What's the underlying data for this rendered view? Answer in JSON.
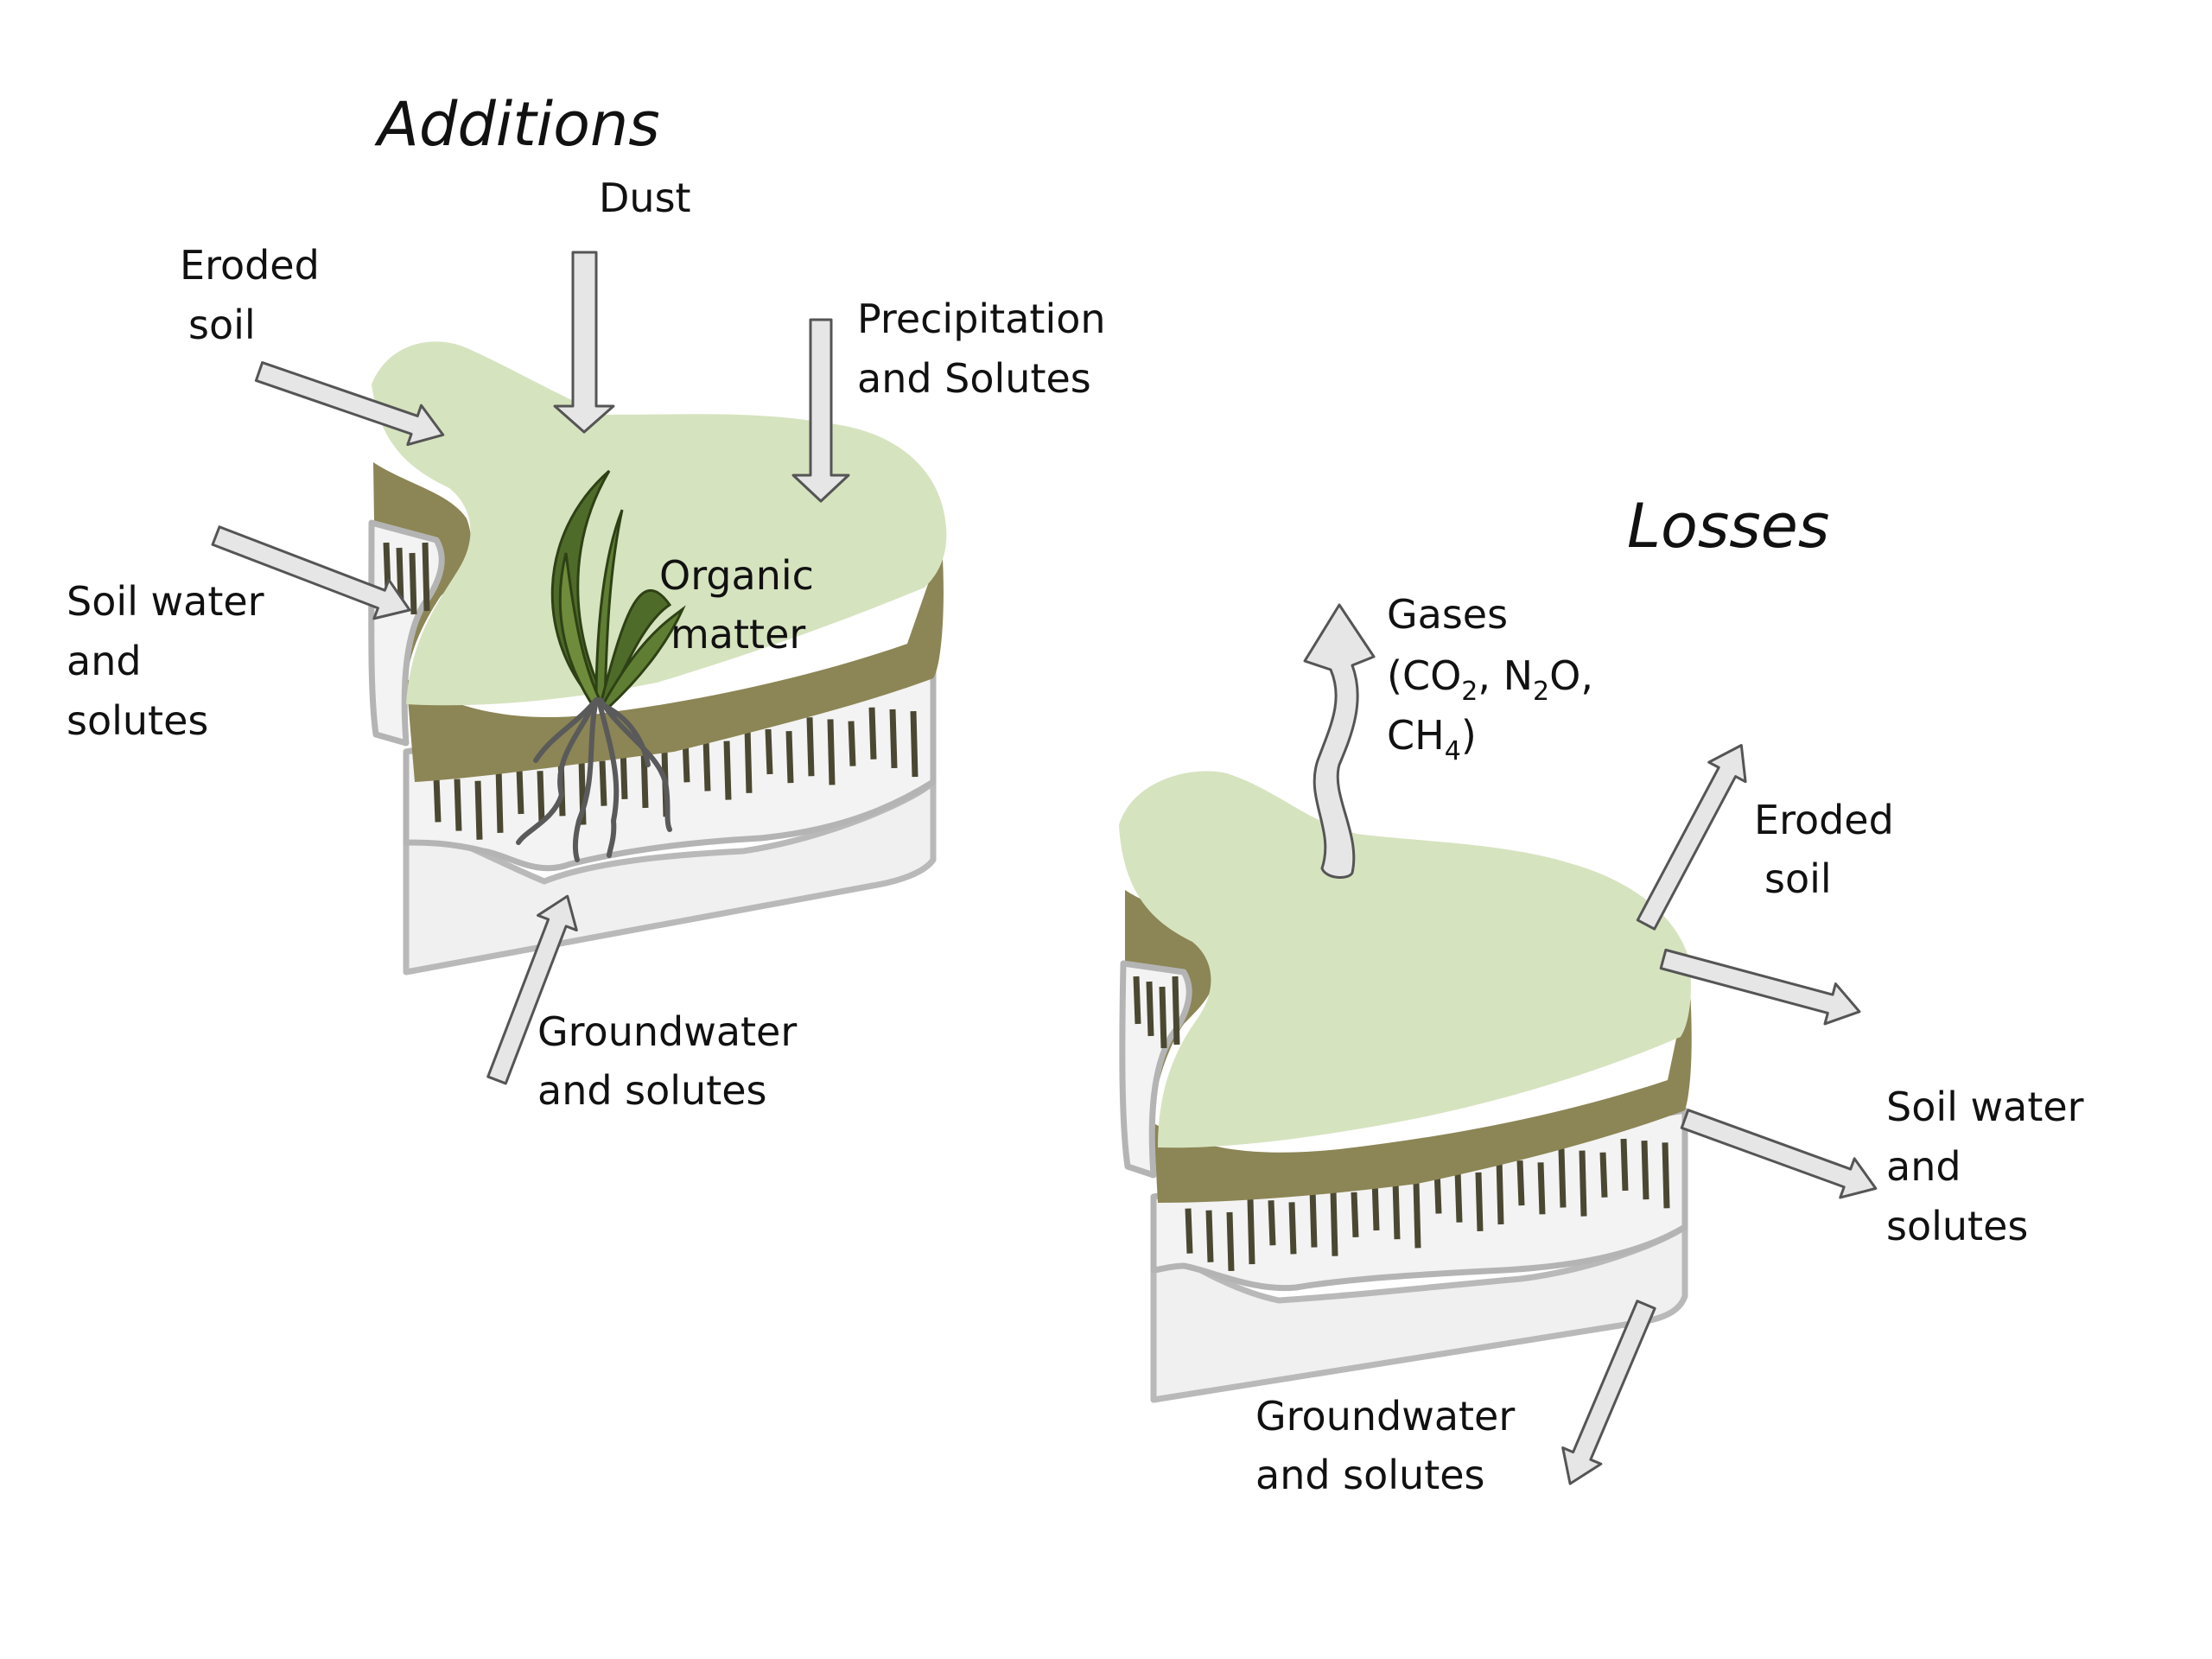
{
  "colors": {
    "topsoil": "#d6e3bf",
    "organic_layer": "#8c8555",
    "subsoil": "#f3f3f3",
    "root_marks": "#4b4832",
    "arrow_fill": "#e6e6e6",
    "plant": "#4e6b2a"
  },
  "additions": {
    "title": "Additions",
    "dust": "Dust",
    "eroded_soil": [
      "Eroded",
      "soil"
    ],
    "precipitation": [
      "Precipitation",
      "and Solutes"
    ],
    "soil_water": [
      "Soil water",
      "and",
      "solutes"
    ],
    "organic_matter": [
      "Organic",
      "matter"
    ],
    "groundwater": [
      "Groundwater",
      "and solutes"
    ]
  },
  "losses": {
    "title": "Losses",
    "gases": {
      "line1": "Gases",
      "line2": {
        "a": "(CO",
        "b": "2",
        "c": ", N",
        "d": "2",
        "e": "O,"
      },
      "line3": {
        "a": "CH",
        "b": "4",
        "c": ")"
      }
    },
    "eroded_soil": [
      "Eroded",
      "soil"
    ],
    "soil_water": [
      "Soil water",
      "and",
      "solutes"
    ],
    "groundwater": [
      "Groundwater",
      "and solutes"
    ]
  }
}
